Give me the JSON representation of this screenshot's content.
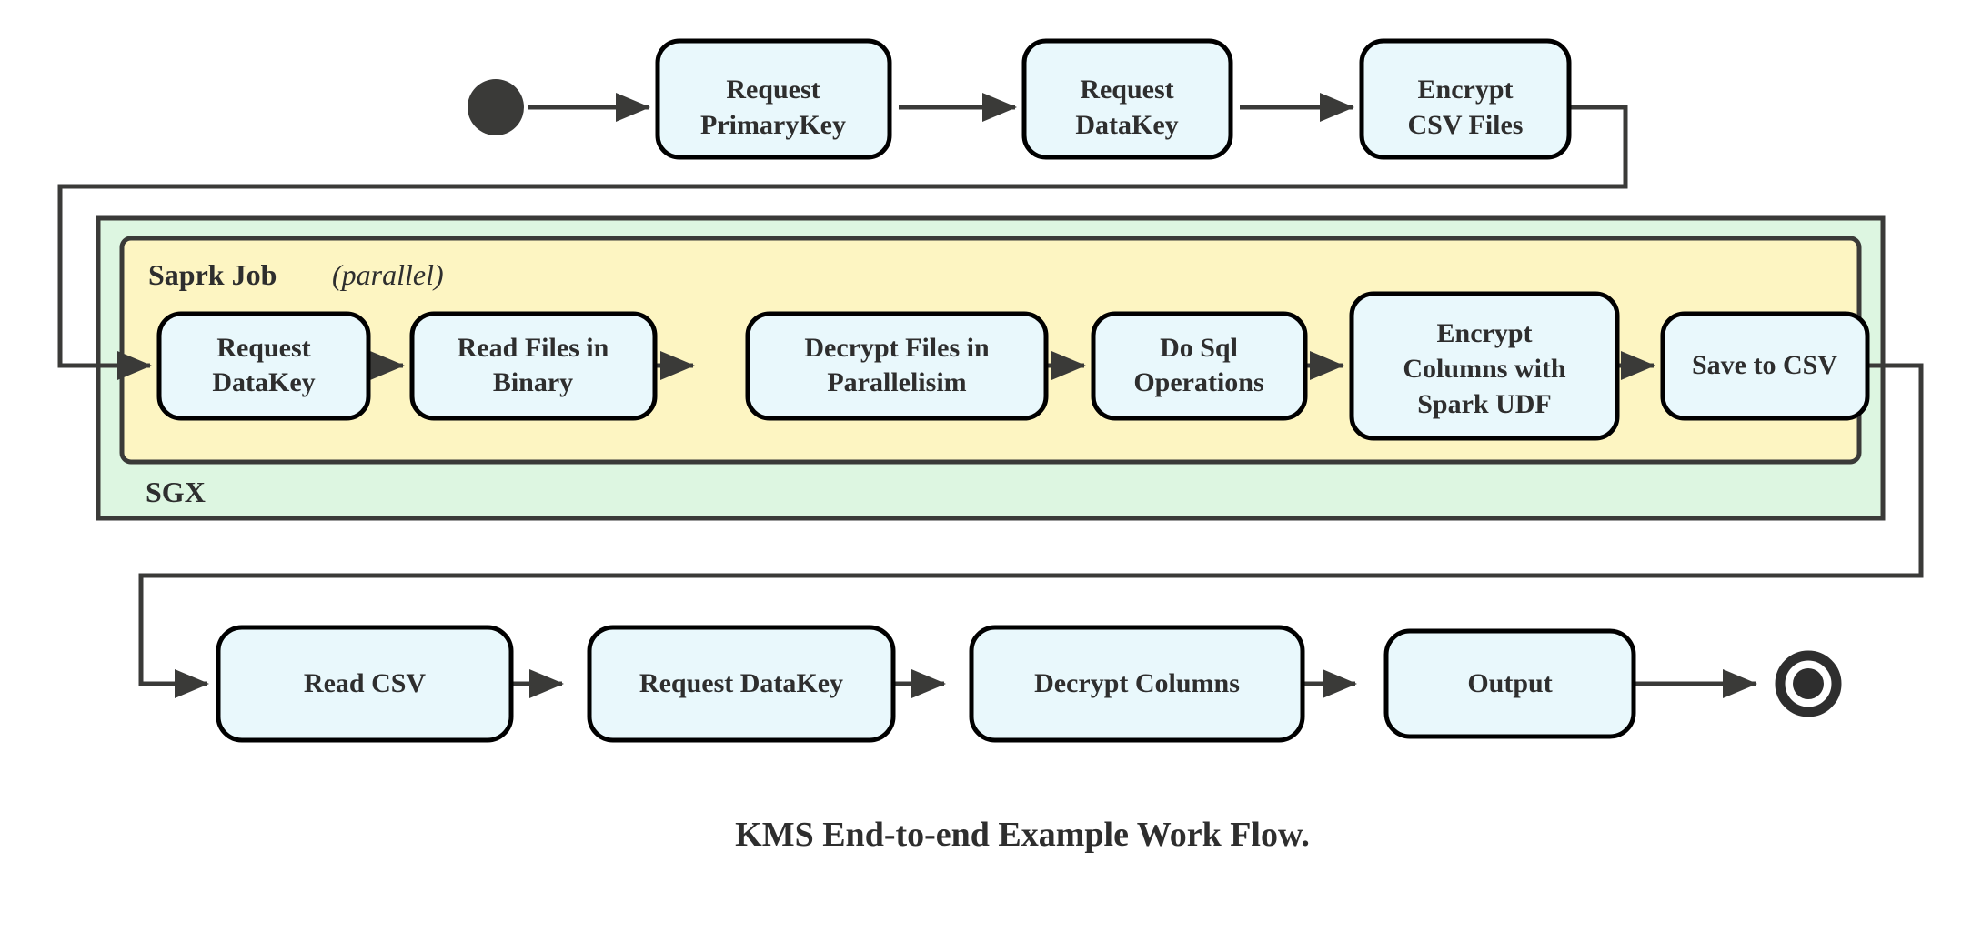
{
  "diagram": {
    "caption": "KMS End-to-end Example Work Flow.",
    "colors": {
      "node_fill": "#e9f8fc",
      "node_stroke": "#000000",
      "sgx_fill": "#ddf6e1",
      "spark_fill": "#fdf5c2",
      "group_stroke": "#3a3a38",
      "connector": "#3a3a38",
      "text": "#2e2e2e",
      "background": "#ffffff"
    },
    "groups": {
      "sgx": {
        "label": "SGX"
      },
      "spark": {
        "label_bold": "Saprk Job",
        "label_italic": "(parallel)"
      }
    },
    "markers": {
      "start": "start-node",
      "end": "end-node"
    },
    "rows": {
      "top": {
        "nodes": [
          {
            "id": "request-primarykey",
            "lines": [
              "Request",
              "PrimaryKey"
            ]
          },
          {
            "id": "request-datakey-top",
            "lines": [
              "Request",
              "DataKey"
            ]
          },
          {
            "id": "encrypt-csv-files",
            "lines": [
              "Encrypt",
              "CSV Files"
            ]
          }
        ]
      },
      "middle": {
        "nodes": [
          {
            "id": "request-datakey-spark",
            "lines": [
              "Request",
              "DataKey"
            ]
          },
          {
            "id": "read-files-in-binary",
            "lines": [
              "Read Files in",
              "Binary"
            ]
          },
          {
            "id": "decrypt-files-in-parallelisim",
            "lines": [
              "Decrypt Files in",
              "Parallelisim"
            ]
          },
          {
            "id": "do-sql-operations",
            "lines": [
              "Do Sql",
              "Operations"
            ]
          },
          {
            "id": "encrypt-columns-with-spark-udf",
            "lines": [
              "Encrypt",
              "Columns with",
              "Spark UDF"
            ]
          },
          {
            "id": "save-to-csv",
            "lines": [
              "Save to CSV"
            ]
          }
        ]
      },
      "bottom": {
        "nodes": [
          {
            "id": "read-csv",
            "lines": [
              "Read CSV"
            ]
          },
          {
            "id": "request-datakey-bottom",
            "lines": [
              "Request DataKey"
            ]
          },
          {
            "id": "decrypt-columns",
            "lines": [
              "Decrypt Columns"
            ]
          },
          {
            "id": "output",
            "lines": [
              "Output"
            ]
          }
        ]
      }
    }
  }
}
